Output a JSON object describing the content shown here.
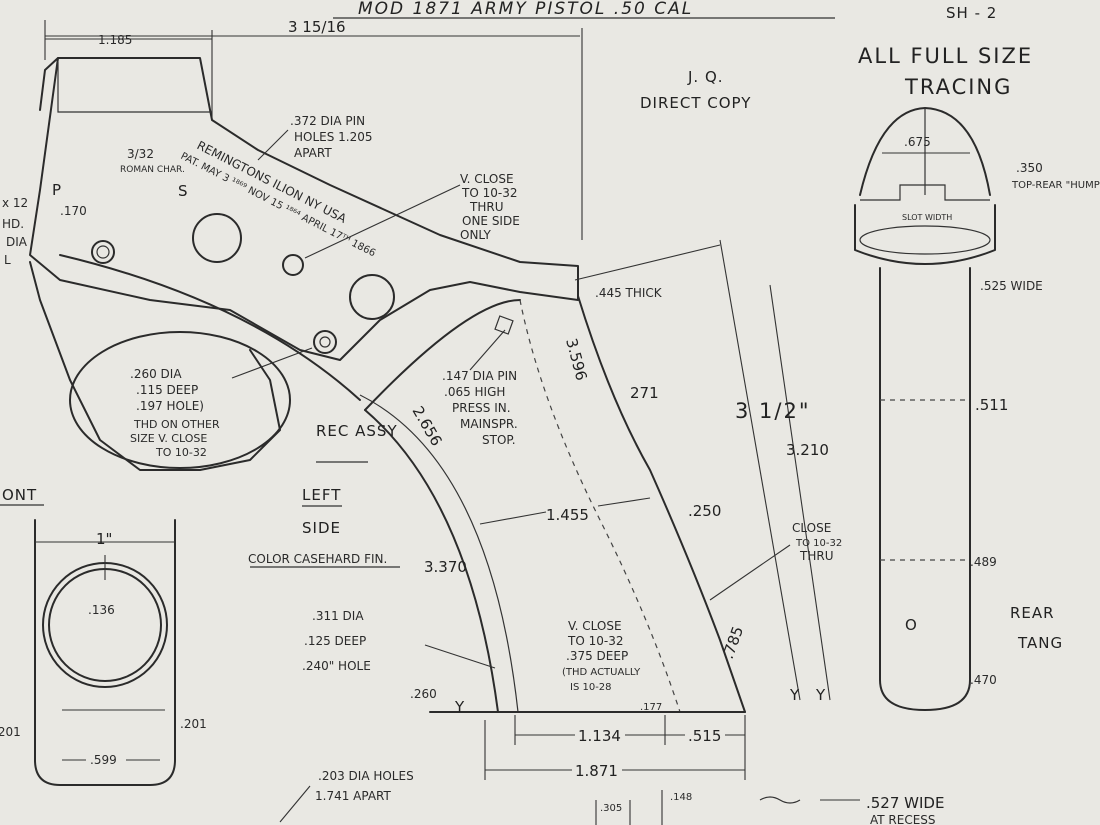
{
  "title": "MOD 1871 ARMY PISTOL .50 CAL",
  "sheet": "SH - 2",
  "note_full_size": [
    "ALL FULL SIZE",
    "TRACING"
  ],
  "author": [
    "J. Q.",
    "DIRECT COPY"
  ],
  "stamp": [
    "REMINGTONS ILION NY USA",
    "PAT. MAY 3 ¹⁸⁶⁹ NOV 15 ¹⁸⁶⁴ APRIL 17ᵀᴴ 1866"
  ],
  "main_labels": {
    "rec_assy": "REC ASSY",
    "left": "LEFT",
    "side": "SIDE",
    "color": "COLOR CASEHARD FIN.",
    "front": "ONT",
    "rear": "REAR",
    "tang": "TANG",
    "letter_p": "P",
    "letter_s": "S",
    "letter_o": "O",
    "y1": "Y",
    "y2": "Y",
    "y3": "Y"
  },
  "dimensions": {
    "d_3_15_16": "3 15/16",
    "d_1185": "1.185",
    "d_3_32": "3/32",
    "roman_char": "ROMAN CHAR.",
    "d_170": ".170",
    "d_675": ".675",
    "d_350": ".350",
    "top_rear_hump": "TOP-REAR \"HUMP\"",
    "slot_width": "SLOT WIDTH",
    "d_525_wide": ".525 WIDE",
    "d_511": ".511",
    "d_489": ".489",
    "d_470": ".470",
    "d_445_thick": ".445 THICK",
    "d_3_1_2": "3 1/2\"",
    "d_3210": "3.210",
    "d_3596": "3.596",
    "d_271": "271",
    "d_250": ".250",
    "d_2656": "2.656",
    "d_1455": "1.455",
    "d_3370": "3.370",
    "d_785": ".785",
    "d_1134": "1.134",
    "d_515": ".515",
    "d_1871": "1.871",
    "d_177": ".177",
    "d_260_small": ".260",
    "d_1_inch": "1\"",
    "d_136": ".136",
    "d_599": ".599",
    "d_201_left": ".201",
    "d_201_right": ".201",
    "d_305": ".305",
    "d_148": ".148",
    "d_527": ".527 WIDE",
    "at_recess": "AT RECESS",
    "x12": "x 12",
    "hd": "HD.",
    "dia_l": "DIA",
    "l_l": "L"
  },
  "notes": {
    "pin_holes": [
      ".372 DIA PIN",
      "HOLES 1.205",
      "APART"
    ],
    "v_close_top": [
      "V. CLOSE",
      "TO 10-32",
      "THRU",
      "ONE SIDE",
      "ONLY"
    ],
    "hole_260": [
      ".260 DIA",
      ".115 DEEP",
      ".197 HOLE)",
      "THD ON OTHER",
      "SIZE V. CLOSE",
      "TO 10-32"
    ],
    "pin_147": [
      ".147 DIA PIN",
      ".065 HIGH",
      "PRESS IN.",
      "MAINSPR.",
      "STOP."
    ],
    "close_thru": [
      "CLOSE",
      "TO 10-32",
      "THRU"
    ],
    "hole_311": [
      ".311 DIA",
      ".125 DEEP",
      ".240\" HOLE"
    ],
    "v_close_375": [
      "V. CLOSE",
      "TO 10-32",
      ".375 DEEP",
      "(THD ACTUALLY",
      "IS 10-28"
    ],
    "holes_203": [
      ".203 DIA HOLES",
      "1.741 APART"
    ]
  }
}
